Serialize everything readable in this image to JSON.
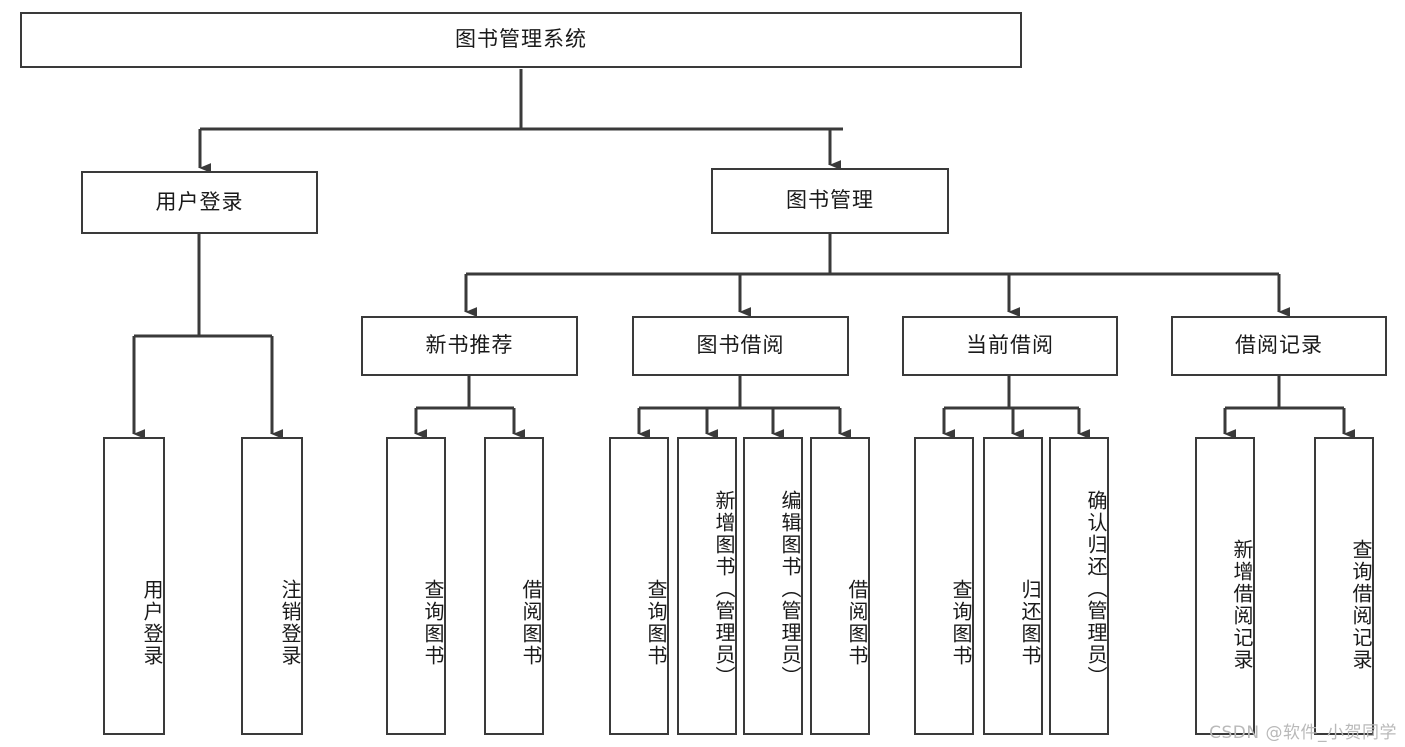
{
  "diagram": {
    "type": "tree",
    "title": "图书管理系统",
    "orientation": "top-down",
    "colors": {
      "box_border": "#3a3a3a",
      "box_fill": "#ffffff",
      "connector": "#3a3a3a",
      "text": "#1a1a1a",
      "watermark": "#b9b9b9"
    },
    "nodes": {
      "root": {
        "label": "图书管理系统",
        "level": 1
      },
      "user_login": {
        "label": "用户登录",
        "level": 2
      },
      "book_manage": {
        "label": "图书管理",
        "level": 2
      },
      "new_book_rec": {
        "label": "新书推荐",
        "level": 3
      },
      "book_borrow": {
        "label": "图书借阅",
        "level": 3
      },
      "current_borrow": {
        "label": "当前借阅",
        "level": 3
      },
      "borrow_record": {
        "label": "借阅记录",
        "level": 3
      },
      "leaf_user_login": {
        "label": "用户登录",
        "level": 4
      },
      "leaf_logout": {
        "label": "注销登录",
        "level": 4
      },
      "leaf_query_book_1": {
        "label": "查询图书",
        "level": 4
      },
      "leaf_borrow_book_1": {
        "label": "借阅图书",
        "level": 4
      },
      "leaf_query_book_2": {
        "label": "查询图书",
        "level": 4
      },
      "leaf_add_book": {
        "label": "新增图书（管理员）",
        "level": 4
      },
      "leaf_edit_book": {
        "label": "编辑图书（管理员）",
        "level": 4
      },
      "leaf_borrow_book_2": {
        "label": "借阅图书",
        "level": 4
      },
      "leaf_query_book_3": {
        "label": "查询图书",
        "level": 4
      },
      "leaf_return_book": {
        "label": "归还图书",
        "level": 4
      },
      "leaf_confirm_return": {
        "label": "确认归还（管理员）",
        "level": 4
      },
      "leaf_add_record": {
        "label": "新增借阅记录",
        "level": 4
      },
      "leaf_query_record": {
        "label": "查询借阅记录",
        "level": 4
      }
    },
    "edges": [
      {
        "from": "root",
        "to": "user_login"
      },
      {
        "from": "root",
        "to": "book_manage"
      },
      {
        "from": "user_login",
        "to": "leaf_user_login"
      },
      {
        "from": "user_login",
        "to": "leaf_logout"
      },
      {
        "from": "book_manage",
        "to": "new_book_rec"
      },
      {
        "from": "book_manage",
        "to": "book_borrow"
      },
      {
        "from": "book_manage",
        "to": "current_borrow"
      },
      {
        "from": "book_manage",
        "to": "borrow_record"
      },
      {
        "from": "new_book_rec",
        "to": "leaf_query_book_1"
      },
      {
        "from": "new_book_rec",
        "to": "leaf_borrow_book_1"
      },
      {
        "from": "book_borrow",
        "to": "leaf_query_book_2"
      },
      {
        "from": "book_borrow",
        "to": "leaf_add_book"
      },
      {
        "from": "book_borrow",
        "to": "leaf_edit_book"
      },
      {
        "from": "book_borrow",
        "to": "leaf_borrow_book_2"
      },
      {
        "from": "current_borrow",
        "to": "leaf_query_book_3"
      },
      {
        "from": "current_borrow",
        "to": "leaf_return_book"
      },
      {
        "from": "current_borrow",
        "to": "leaf_confirm_return"
      },
      {
        "from": "borrow_record",
        "to": "leaf_add_record"
      },
      {
        "from": "borrow_record",
        "to": "leaf_query_record"
      }
    ]
  },
  "watermark": {
    "text": "CSDN @软件_小贺同学"
  }
}
